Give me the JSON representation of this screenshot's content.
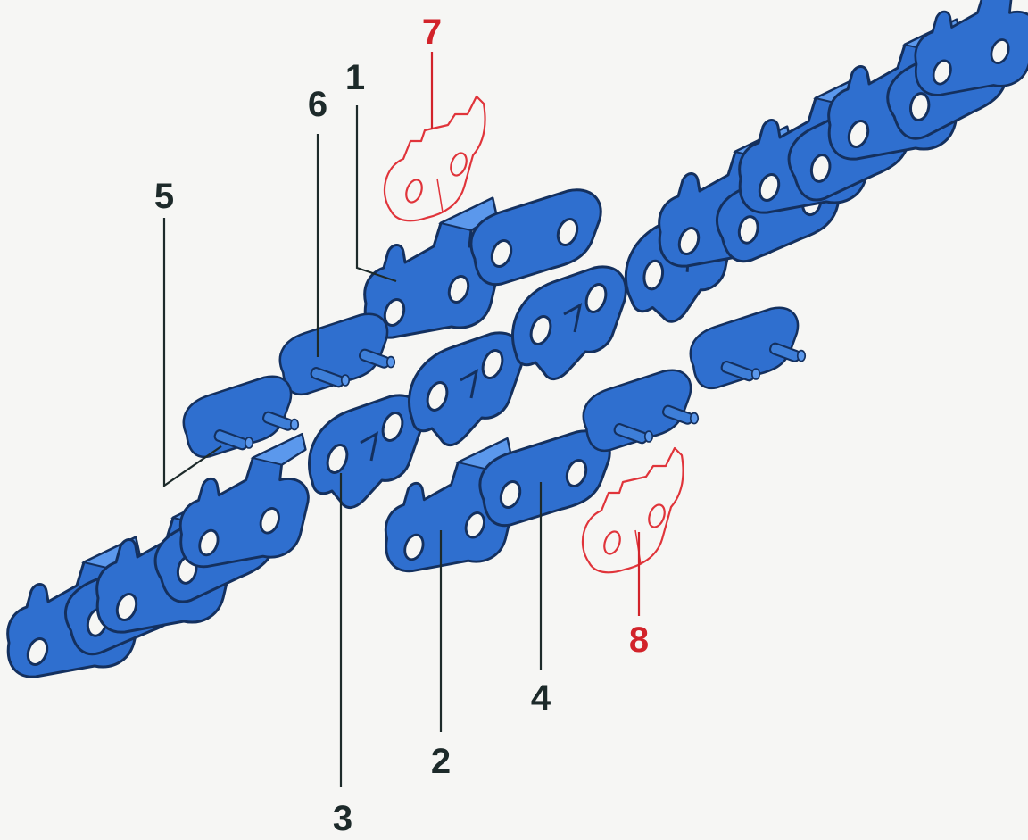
{
  "colors": {
    "background": "#f6f6f4",
    "chain_fill": "#2f6fcf",
    "chain_highlight": "#5b98ec",
    "chain_outline": "#14305e",
    "label_dark": "#1d2a2a",
    "label_red": "#d2232a",
    "outline_red": "#e0343a"
  },
  "labels": {
    "l1": "1",
    "l2": "2",
    "l3": "3",
    "l4": "4",
    "l5": "5",
    "l6": "6",
    "l7": "7",
    "l8": "8"
  }
}
